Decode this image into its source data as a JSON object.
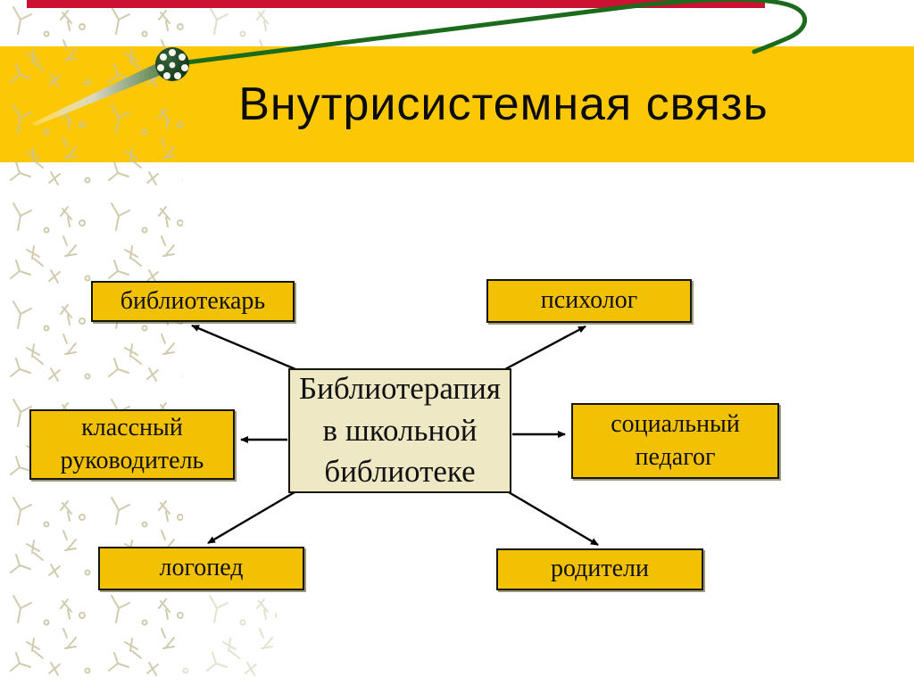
{
  "slide": {
    "title": "Внутрисистемная связь"
  },
  "diagram": {
    "center": {
      "lines": [
        "Библиотерапия",
        "в школьной",
        "библиотеке"
      ]
    },
    "nodes": [
      {
        "id": "librarian",
        "label": "библиотекарь"
      },
      {
        "id": "psychologist",
        "label": "психолог"
      },
      {
        "id": "class-teacher",
        "label": "классный руководитель"
      },
      {
        "id": "social-pedagogue",
        "label": "социальный педагог"
      },
      {
        "id": "speech-therapist",
        "label": "логопед"
      },
      {
        "id": "parents",
        "label": "родители"
      }
    ]
  },
  "colors": {
    "banner_yellow": "#FCC805",
    "node_gold": "#F3C104",
    "center_cream": "#EFE8C4",
    "pin_green": "#1C6B1C",
    "accent_red": "#CC1133",
    "pattern_tan": "#C9C29E",
    "text_black": "#111111"
  }
}
